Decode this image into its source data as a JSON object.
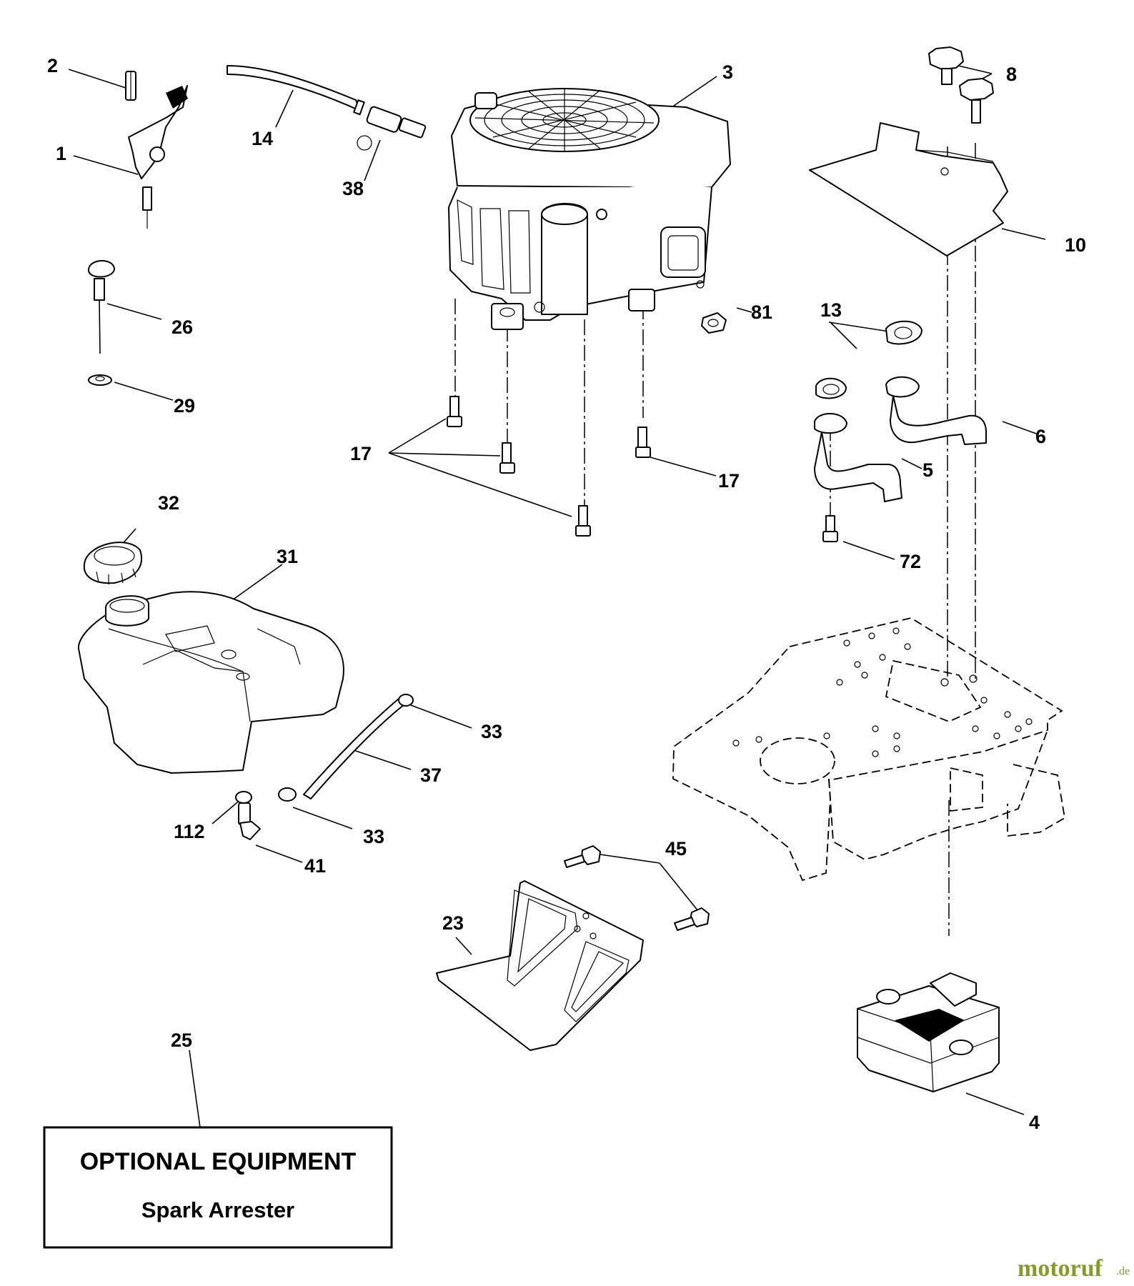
{
  "part_labels": [
    {
      "id": "p1",
      "text": "1"
    },
    {
      "id": "p2",
      "text": "2"
    },
    {
      "id": "p3",
      "text": "3"
    },
    {
      "id": "p4",
      "text": "4"
    },
    {
      "id": "p5",
      "text": "5"
    },
    {
      "id": "p6",
      "text": "6"
    },
    {
      "id": "p8",
      "text": "8"
    },
    {
      "id": "p10",
      "text": "10"
    },
    {
      "id": "p13",
      "text": "13"
    },
    {
      "id": "p14",
      "text": "14"
    },
    {
      "id": "p17a",
      "text": "17"
    },
    {
      "id": "p17b",
      "text": "17"
    },
    {
      "id": "p23",
      "text": "23"
    },
    {
      "id": "p25",
      "text": "25"
    },
    {
      "id": "p26",
      "text": "26"
    },
    {
      "id": "p29",
      "text": "29"
    },
    {
      "id": "p31",
      "text": "31"
    },
    {
      "id": "p32",
      "text": "32"
    },
    {
      "id": "p33a",
      "text": "33"
    },
    {
      "id": "p33b",
      "text": "33"
    },
    {
      "id": "p37",
      "text": "37"
    },
    {
      "id": "p38",
      "text": "38"
    },
    {
      "id": "p41",
      "text": "41"
    },
    {
      "id": "p45",
      "text": "45"
    },
    {
      "id": "p72",
      "text": "72"
    },
    {
      "id": "p81",
      "text": "81"
    },
    {
      "id": "p112",
      "text": "112"
    }
  ],
  "optional_box": {
    "title": "OPTIONAL EQUIPMENT",
    "subtitle": "Spark Arrester"
  },
  "watermark": {
    "name": "motoruf",
    "suffix": ".de"
  }
}
